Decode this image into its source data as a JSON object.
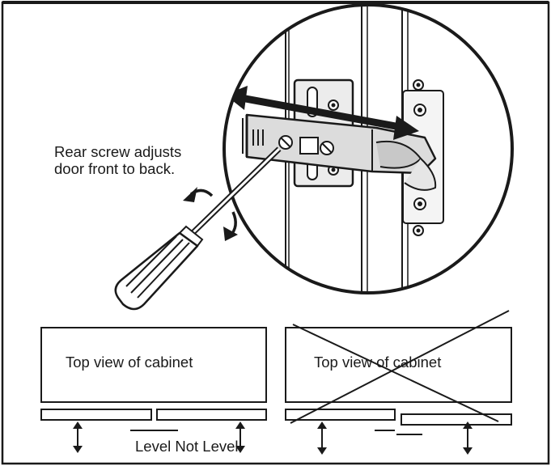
{
  "callout": {
    "line1": "Rear screw adjusts",
    "line2": "door front to back."
  },
  "cabinets": {
    "left_label": "Top view of cabinet",
    "right_label": "Top view of cabinet"
  },
  "level_caption": "Level Not Level",
  "icons": [
    "screwdriver-icon",
    "rotation-arrow-icon",
    "hinge-icon",
    "double-arrow-icon",
    "cross-out-icon"
  ],
  "colors": {
    "line": "#1a1a1a",
    "background": "#ffffff",
    "fill_gray": "#d9d9d9"
  }
}
